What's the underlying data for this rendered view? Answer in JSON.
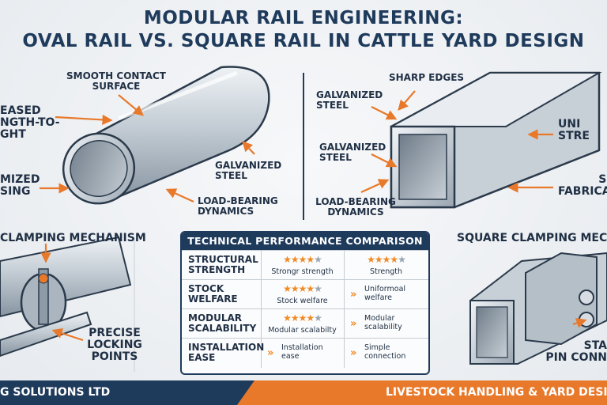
{
  "header": {
    "title_line1": "MODULAR RAIL ENGINEERING:",
    "title_line2": "OVAL RAIL VS. SQUARE RAIL IN CATTLE YARD DESIGN"
  },
  "oval_panel": {
    "smooth_contact": "SMOOTH CONTACT\nSURFACE",
    "increased_strength": "EASED\nNGTH-TO-\nGHT",
    "optimized_sizing": "MIZED\nSING",
    "galvanized": "GALVANIZED\nSTEEL",
    "load_bearing": "LOAD-BEARING\nDYNAMICS"
  },
  "square_panel": {
    "sharp_edges": "SHARP EDGES",
    "galvanized_top": "GALVANIZED\nSTEEL",
    "galvanized_bottom": "GALVANIZED\nSTEEL",
    "load_bearing": "LOAD-BEARING\nDYNAMICS",
    "uniform_strength": "UNI\nSTRE",
    "simple_fabrication": "SI\nFABRICA"
  },
  "oval_clamp": {
    "title": "CLAMPING MECHANISM",
    "precise_locking": "PRECISE\nLOCKING\nPOINTS"
  },
  "square_clamp": {
    "title": "SQUARE CLAMPING MECHA",
    "pin_connection": "STA\nPIN CONN"
  },
  "table": {
    "title": "TECHNICAL PERFORMANCE COMPARISON",
    "rows": [
      {
        "label": "STRUCTURAL\nSTRENGTH",
        "oval_stars": "★★★★",
        "oval_stars_off": "★",
        "oval_caption": "Strongr strength",
        "square_type": "stars",
        "square_stars": "★★★★",
        "square_stars_off": "★",
        "square_caption": "Strength"
      },
      {
        "label": "STOCK\nWELFARE",
        "oval_stars": "★★★★",
        "oval_stars_off": "★",
        "oval_caption": "Stock welfare",
        "square_type": "text",
        "square_text": "Uniformoal\nwelfare",
        "square_chevron": "»"
      },
      {
        "label": "MODULAR\nSCALABILITY",
        "oval_stars": "★★★★",
        "oval_stars_off": "★",
        "oval_caption": "Modular scalabilty",
        "square_type": "text",
        "square_text": "Modular\nscalability",
        "square_chevron": "»"
      },
      {
        "label": "INSTALLATION\nEASE",
        "oval_type": "text",
        "oval_text": "Installation\nease",
        "oval_chevron": "»",
        "square_type": "text",
        "square_text": "Simple\nconnection",
        "square_chevron": "»"
      }
    ]
  },
  "footer": {
    "left": "G SOLUTIONS LTD",
    "right": "LIVESTOCK HANDLING & YARD DESIG"
  },
  "colors": {
    "navy": "#1f3b5c",
    "orange": "#e8792b",
    "steel": "#b9c3cc"
  }
}
